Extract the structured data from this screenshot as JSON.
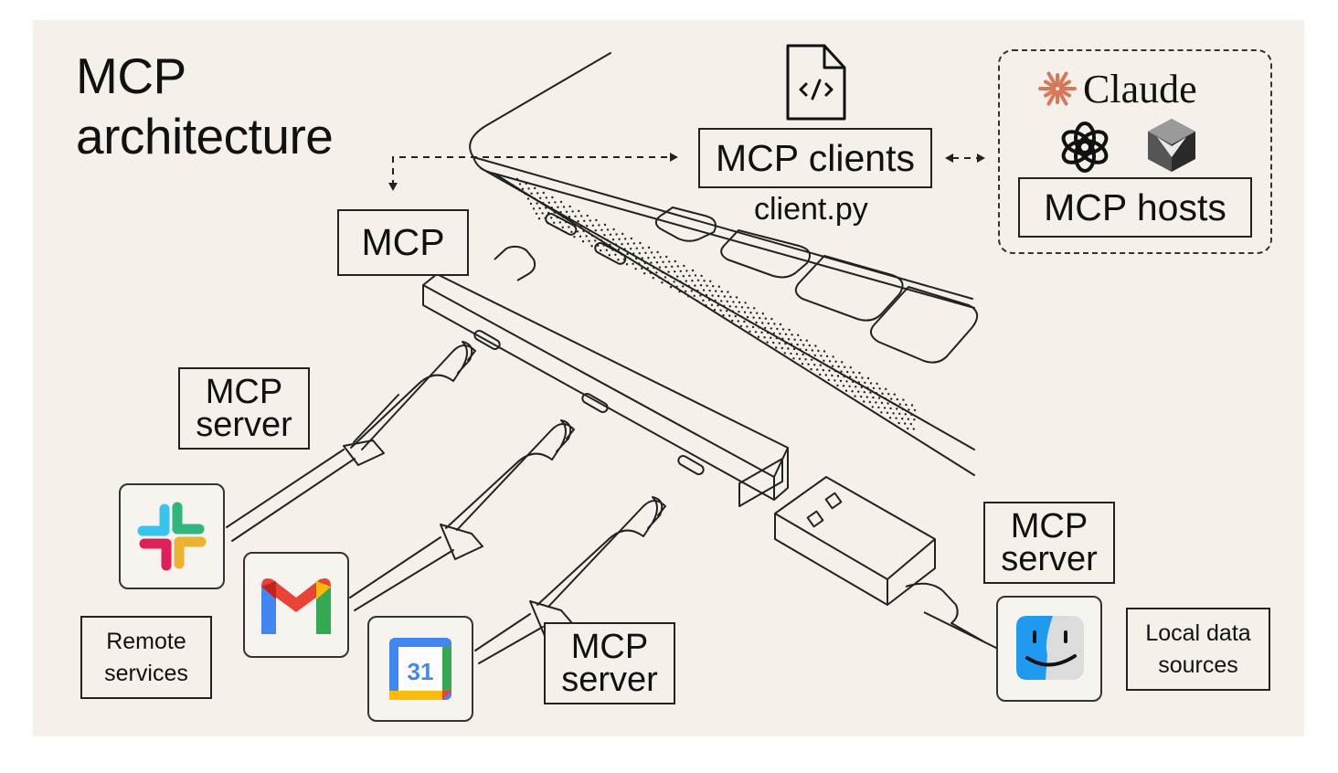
{
  "title": {
    "line1": "MCP",
    "line2": "architecture"
  },
  "labels": {
    "mcp_clients": "MCP clients",
    "client_file": "client.py",
    "mcp": "MCP",
    "mcp_hosts": "MCP hosts",
    "claude": "Claude",
    "server_top_line1": "MCP",
    "server_top_line2": "server",
    "server_bottom_line1": "MCP",
    "server_bottom_line2": "server",
    "server_right_line1": "MCP",
    "server_right_line2": "server",
    "remote_line1": "Remote",
    "remote_line2": "services",
    "local_line1": "Local data",
    "local_line2": "sources",
    "calendar_day": "31"
  },
  "icons": {
    "code_file": "code-file-icon",
    "claude": "claude-sparkle-icon",
    "openai": "openai-icon",
    "cube": "cube-icon",
    "slack": "slack-icon",
    "gmail": "gmail-icon",
    "calendar": "google-calendar-icon",
    "finder": "finder-icon"
  },
  "colors": {
    "background": "#f5f0ea",
    "claude_accent": "#d97757",
    "slack_blue": "#36c5f0",
    "slack_green": "#2eb67d",
    "slack_yellow": "#ecb22e",
    "slack_red": "#e01e5a",
    "gmail_red": "#ea4335",
    "gmail_blue": "#4285f4",
    "gmail_green": "#34a853",
    "gmail_yellow": "#fbbc04",
    "finder_blue": "#1e9bf0"
  }
}
